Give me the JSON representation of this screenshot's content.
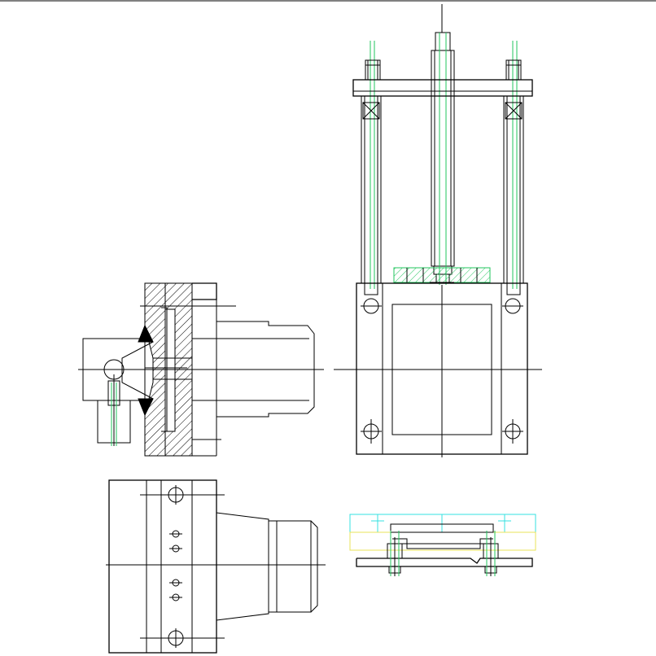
{
  "drawing": {
    "views": [
      "press-frame-front-view",
      "press-frame-left-section-view",
      "press-frame-bottom-left-plan-view",
      "press-frame-bottom-right-detail-view"
    ]
  },
  "colors": {
    "outline": "#000000",
    "centerline": "#22c55e",
    "accent_cyan": "#36e0e0",
    "accent_yellow": "#e8e35a"
  }
}
